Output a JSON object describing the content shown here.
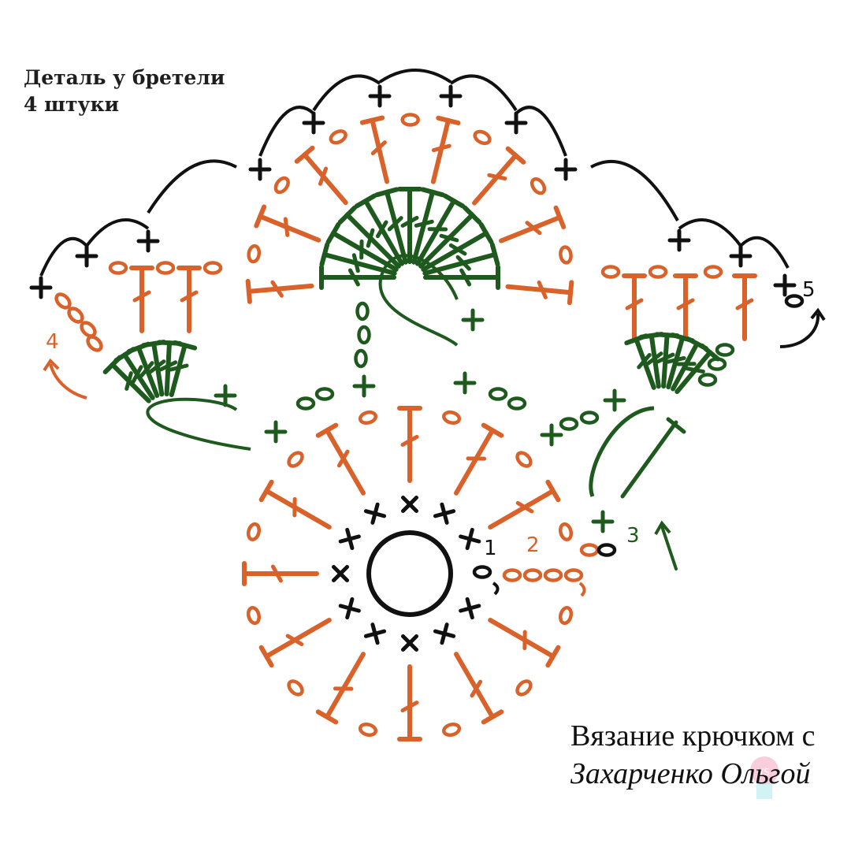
{
  "title": {
    "line1": "Деталь у бретели",
    "line2": "4 штуки"
  },
  "credit": {
    "line1": "Вязание крючком с",
    "line2": "Захарченко Ольгой"
  },
  "row_labels": [
    "1",
    "2",
    "3",
    "4",
    "5"
  ],
  "watermark": "VS",
  "colors": {
    "orange": "#d9622b",
    "green": "#1e5a1e",
    "black": "#111111",
    "background": "#ffffff",
    "watermark_pink": "#f2a4c0",
    "watermark_cyan": "#bfeef0"
  },
  "symbols": {
    "ring": "magic-ring",
    "single_crochet": "cross",
    "chain": "oval",
    "double_crochet": "crossed-T",
    "picot_arch": "black-arc"
  }
}
